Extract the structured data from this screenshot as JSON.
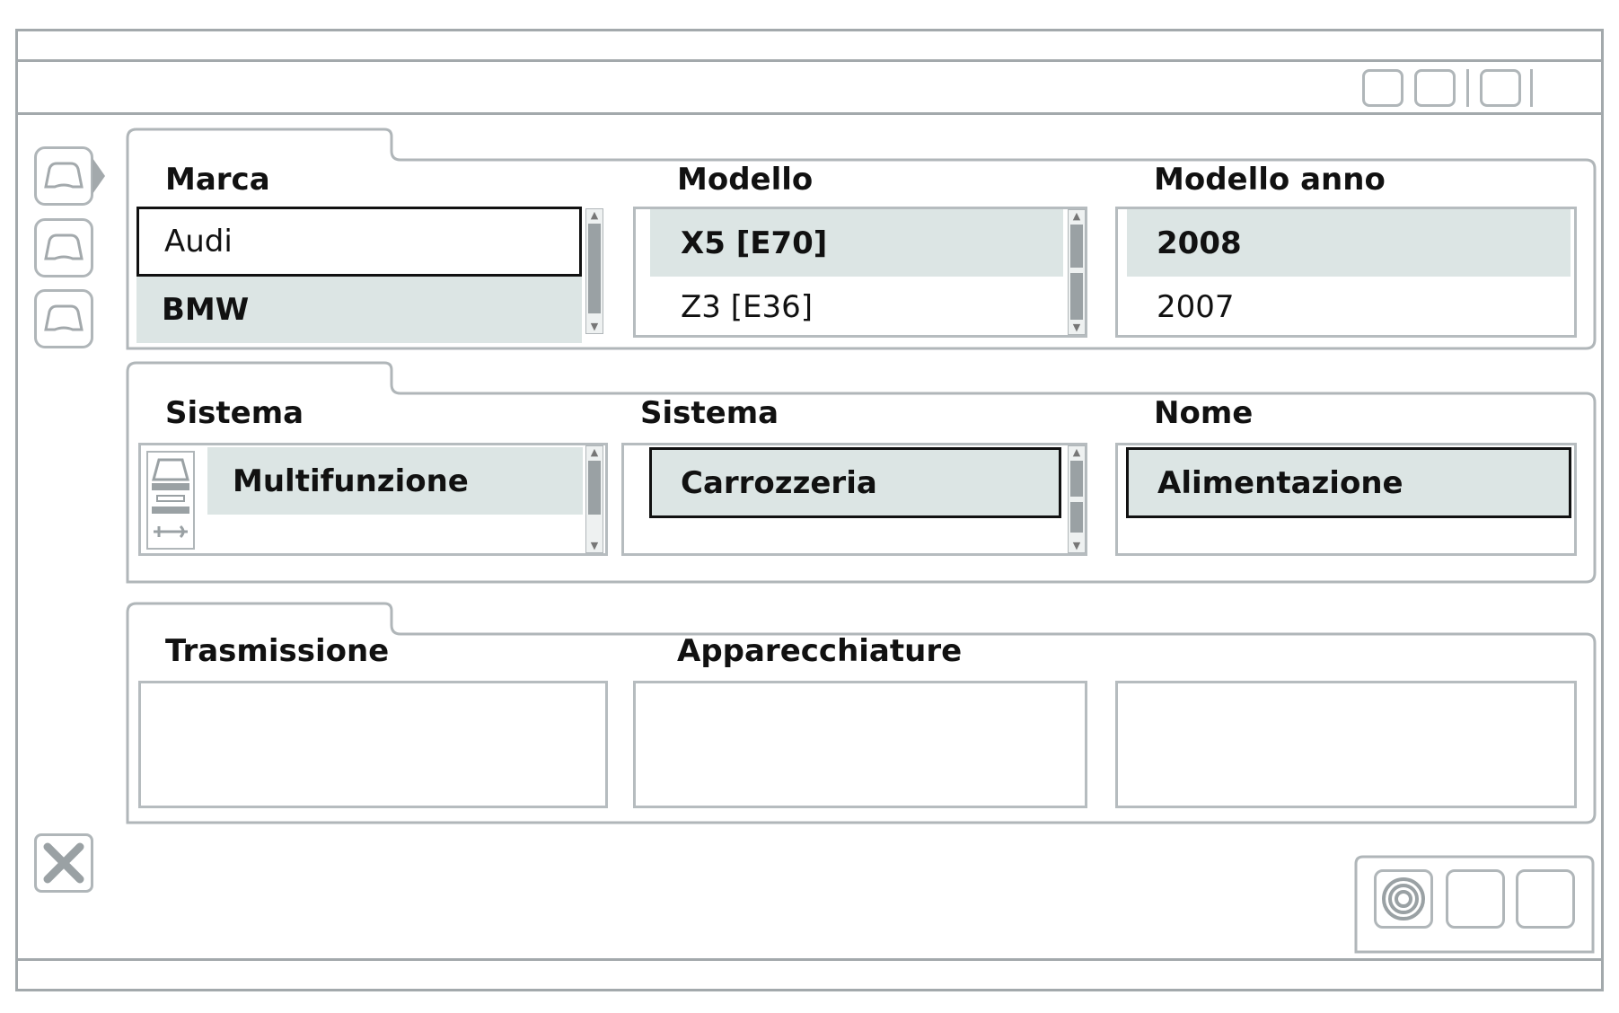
{
  "vehicle": {
    "marca": {
      "label": "Marca",
      "items": [
        "Audi",
        "BMW"
      ],
      "selected": "BMW"
    },
    "modello": {
      "label": "Modello",
      "items": [
        "X5 [E70]",
        "Z3 [E36]"
      ],
      "selected": "X5 [E70]"
    },
    "anno": {
      "label": "Modello anno",
      "items": [
        "2008",
        "2007"
      ],
      "selected": "2008"
    }
  },
  "system": {
    "sistema1": {
      "label": "Sistema",
      "items": [
        "Multifunzione"
      ]
    },
    "sistema2": {
      "label": "Sistema",
      "items": [
        "Carrozzeria"
      ]
    },
    "nome": {
      "label": "Nome",
      "items": [
        "Alimentazione"
      ]
    }
  },
  "equipment": {
    "trasmissione": {
      "label": "Trasmissione"
    },
    "apparecchiature": {
      "label": "Apparecchiature"
    }
  },
  "icons": {
    "side_tabs": [
      "car-icon",
      "car-icon",
      "car-icon"
    ],
    "close": "close-icon",
    "bottom_actions": [
      "disc-icon",
      "blank-button-icon",
      "blank-button-icon"
    ]
  },
  "colors": {
    "frame": "#a3a9ac",
    "selection": "#dce5e4",
    "focus": "#111111"
  }
}
